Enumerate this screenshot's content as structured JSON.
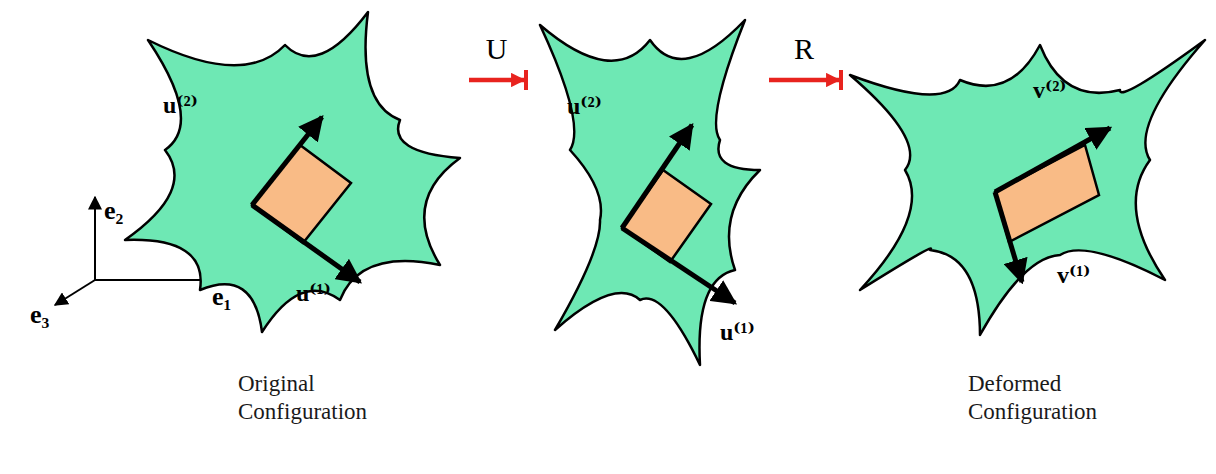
{
  "diagram": {
    "nodes": [
      {
        "text": [
          "u⁽²⁾",
          "u⁽¹⁾",
          "Original Configuration"
        ]
      },
      {
        "text": [
          "u⁽²⁾",
          "u⁽¹⁾"
        ]
      },
      {
        "text": [
          "v⁽²⁾",
          "v⁽¹⁾",
          "Deformed Configuration"
        ]
      }
    ],
    "edges": [
      {
        "from": 0,
        "to": 1,
        "label": "U",
        "arrow": "to"
      },
      {
        "from": 1,
        "to": 2,
        "label": "R",
        "arrow": "to"
      }
    ],
    "labels": [
      "e₂",
      "e₁",
      "e₃"
    ]
  }
}
